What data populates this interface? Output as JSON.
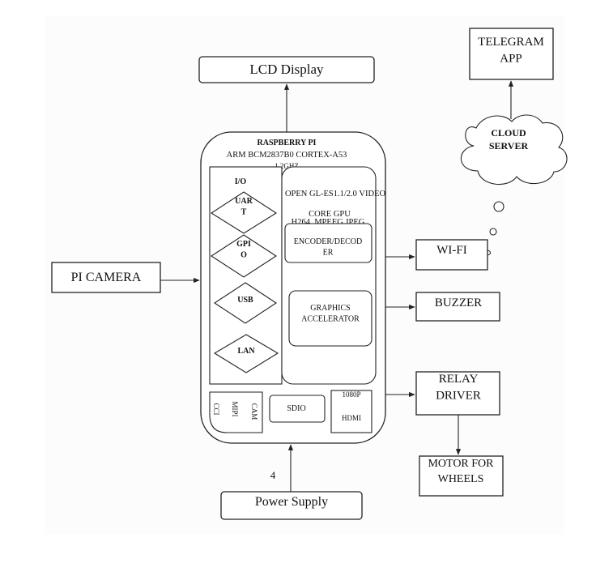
{
  "blocks": {
    "telegram_app": "TELEGRAM\nAPP",
    "lcd_display": "LCD Display",
    "cloud_server": "CLOUD\nSERVER",
    "raspberry_pi_title": "RASPBERRY PI",
    "raspberry_pi_cpu": "ARM BCM2837B0 CORTEX-A53",
    "raspberry_pi_clock": "1.2GHZ",
    "io_label": "I/O",
    "uart": "UAR\nT",
    "gpio": "GPI\nO",
    "usb": "USB",
    "lan": "LAN",
    "gpu_title": "OPEN GL-ES1.1/2.0 VIDEO",
    "gpu_core": "CORE GPU",
    "gpu_codec": "H264, MPEEG,JPEG",
    "encoder_decoder": "ENCODER/DECOD\nER",
    "graphics_accelerator": "GRAPHICS\nACCELERATOR",
    "mipi": "MIPI",
    "cci": "CCI",
    "cam": "CAM",
    "sdio": "SDIO",
    "hdmi_res": "1080P",
    "hdmi": "HDMI",
    "pi_camera": "PI CAMERA",
    "wifi": "WI-FI",
    "buzzer": "BUZZER",
    "relay_driver": "RELAY\nDRIVER",
    "motor_for_wheels": "MOTOR FOR\nWHEELS",
    "power_supply": "Power Supply",
    "power_note": "4"
  }
}
